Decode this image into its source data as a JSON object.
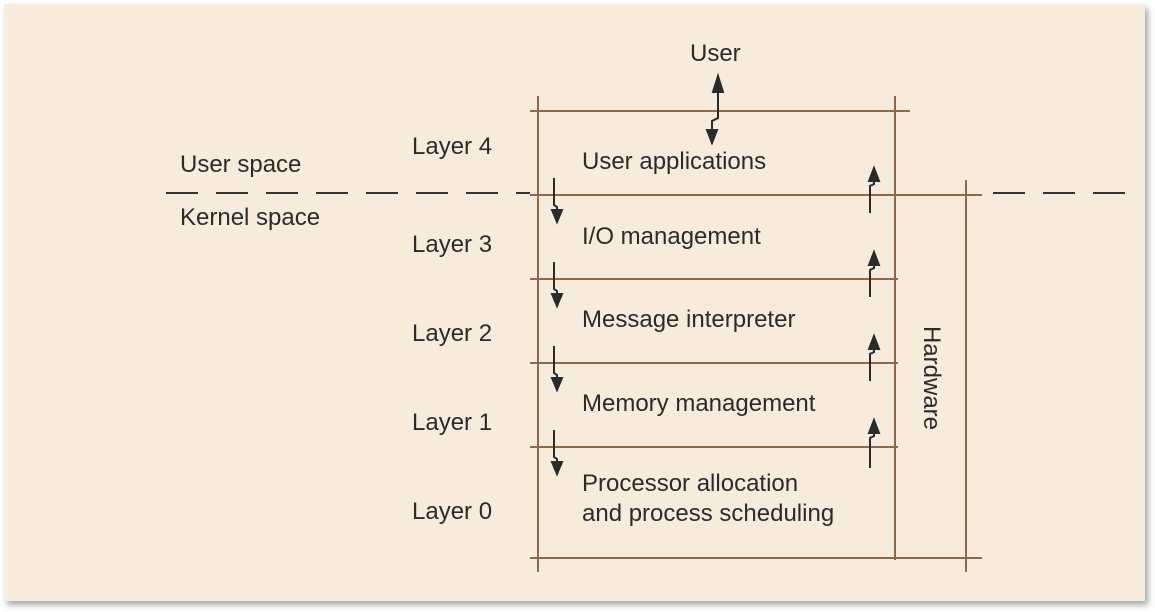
{
  "diagram": {
    "user_label": "User",
    "user_space_label": "User space",
    "kernel_space_label": "Kernel space",
    "hardware_label": "Hardware",
    "layers": [
      {
        "layer_label": "Layer 4",
        "box_label": "User applications"
      },
      {
        "layer_label": "Layer 3",
        "box_label": "I/O management"
      },
      {
        "layer_label": "Layer 2",
        "box_label": "Message interpreter"
      },
      {
        "layer_label": "Layer 1",
        "box_label": "Memory management"
      },
      {
        "layer_label": "Layer 0",
        "box_label": "Processor allocation\nand process scheduling"
      }
    ]
  },
  "colors": {
    "paper": "#f7ebdc",
    "line": "#8a6a4a",
    "text": "#2b2b2b",
    "dash": "#333333"
  }
}
